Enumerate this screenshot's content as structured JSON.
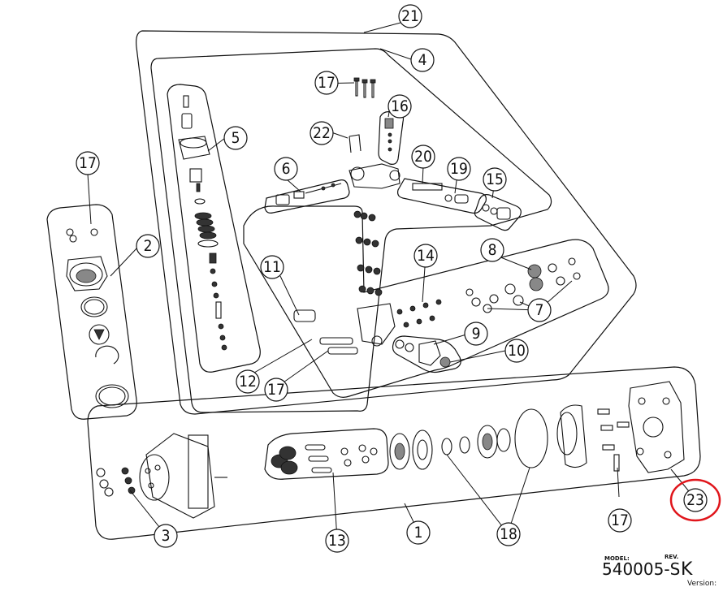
{
  "diagram": {
    "callouts": [
      {
        "id": "c21",
        "label": "21"
      },
      {
        "id": "c4",
        "label": "4"
      },
      {
        "id": "c17a",
        "label": "17"
      },
      {
        "id": "c16",
        "label": "16"
      },
      {
        "id": "c5",
        "label": "5"
      },
      {
        "id": "c22",
        "label": "22"
      },
      {
        "id": "c17b",
        "label": "17"
      },
      {
        "id": "c2",
        "label": "2"
      },
      {
        "id": "c6",
        "label": "6"
      },
      {
        "id": "c20",
        "label": "20"
      },
      {
        "id": "c19",
        "label": "19"
      },
      {
        "id": "c15",
        "label": "15"
      },
      {
        "id": "c8",
        "label": "8"
      },
      {
        "id": "c11",
        "label": "11"
      },
      {
        "id": "c14",
        "label": "14"
      },
      {
        "id": "c7",
        "label": "7"
      },
      {
        "id": "c9",
        "label": "9"
      },
      {
        "id": "c10",
        "label": "10"
      },
      {
        "id": "c12",
        "label": "12"
      },
      {
        "id": "c17c",
        "label": "17"
      },
      {
        "id": "c23",
        "label": "23"
      },
      {
        "id": "c17d",
        "label": "17"
      },
      {
        "id": "c18",
        "label": "18"
      },
      {
        "id": "c13",
        "label": "13"
      },
      {
        "id": "c1",
        "label": "1"
      },
      {
        "id": "c3",
        "label": "3"
      }
    ],
    "highlighted_callout": "23",
    "highlight_color": "#e0151b"
  },
  "title_block": {
    "model_label": "MODEL:",
    "model_value": "540005-S",
    "rev_label": "REV.",
    "rev_value": "K",
    "version_label": "Version:"
  }
}
